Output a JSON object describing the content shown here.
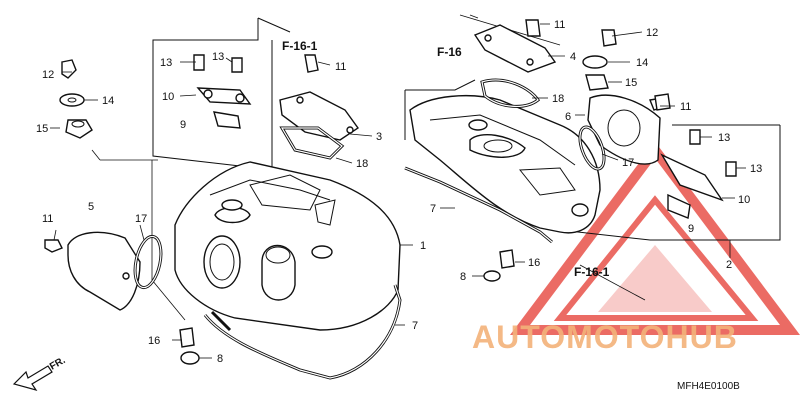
{
  "diagram": {
    "code": "MFH4E0100B",
    "refs": {
      "left": "F-16-1",
      "center": "F-16",
      "bottom_right": "F-16-1"
    },
    "front_marker": "FR.",
    "labels": {
      "l1": "1",
      "l2": "2",
      "l3": "3",
      "l4": "4",
      "l5": "5",
      "l6": "6",
      "l7a": "7",
      "l7b": "7",
      "l8a": "8",
      "l8b": "8",
      "l9a": "9",
      "l9b": "9",
      "l10a": "10",
      "l10b": "10",
      "l11a": "11",
      "l11b": "11",
      "l11c": "11",
      "l11d": "11",
      "l12a": "12",
      "l12b": "12",
      "l13a": "13",
      "l13b": "13",
      "l13c": "13",
      "l13d": "13",
      "l14a": "14",
      "l14b": "14",
      "l15a": "15",
      "l15b": "15",
      "l16a": "16",
      "l16b": "16",
      "l17a": "17",
      "l17b": "17",
      "l18a": "18",
      "l18b": "18"
    }
  },
  "watermark": {
    "text": "AUTOMOTOHUB",
    "color_primary": "#f3b27a",
    "color_secondary": "#9a9a9a",
    "logo_color": "#e8524a"
  }
}
